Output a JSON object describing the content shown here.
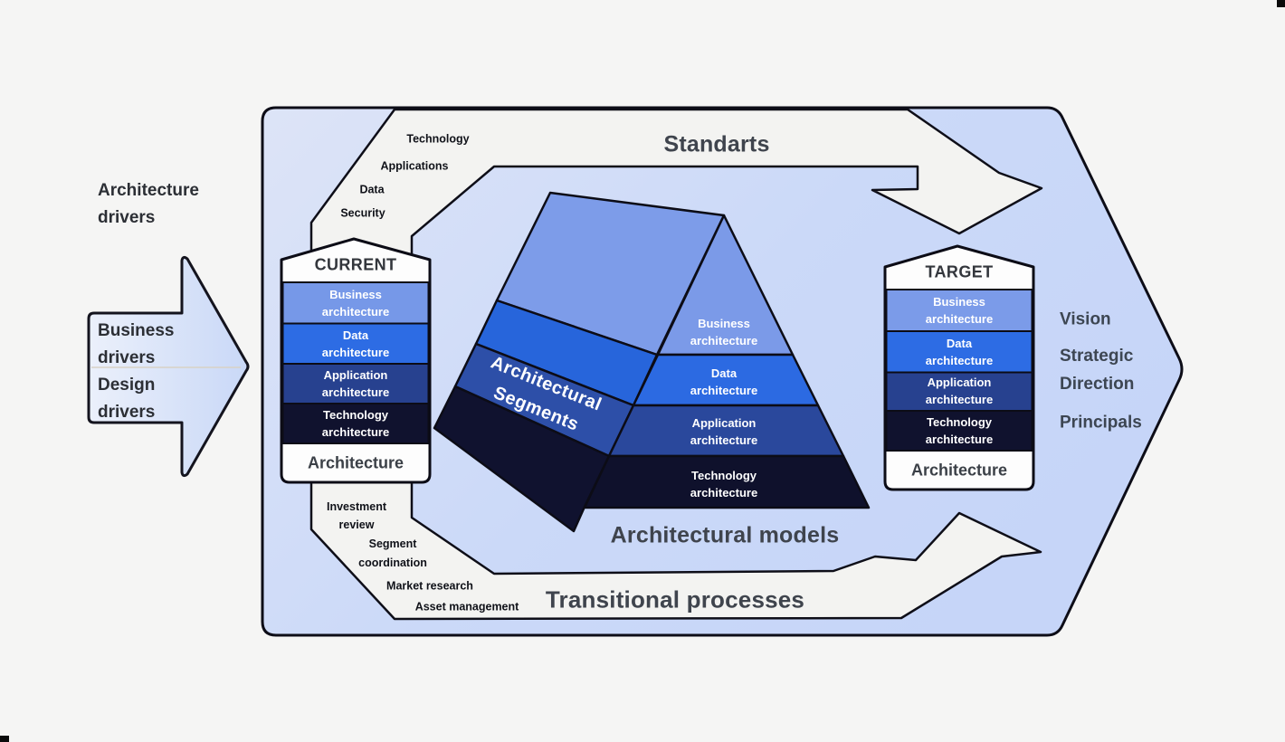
{
  "palette": {
    "page_bg": "#f5f5f4",
    "container_fill_light": "#dce3f7",
    "container_fill_deep": "#c7d6f8",
    "outline": "#0d0d17",
    "band_fill": "#f3f3f1",
    "arrow_fill_light": "#eaeffb",
    "arrow_fill_deep": "#cbd9f7",
    "title_text": "#3f444d",
    "white_text": "#ffffff"
  },
  "left_panel": {
    "architecture_drivers": {
      "line1": "Architecture",
      "line2": "drivers"
    },
    "arrow": {
      "business_drivers": {
        "line1": "Business",
        "line2": "drivers"
      },
      "design_drivers": {
        "line1": "Design",
        "line2": "drivers"
      }
    }
  },
  "top_band": {
    "title": "Standarts",
    "labels": [
      "Technology",
      "Applications",
      "Data",
      "Security"
    ]
  },
  "bottom_band": {
    "title": "Transitional processes",
    "investment_review": {
      "line1": "Investment",
      "line2": "review"
    },
    "segment_coordination": {
      "line1": "Segment",
      "line2": "coordination"
    },
    "market_research": "Market research",
    "asset_management": "Asset management"
  },
  "columns": {
    "current": {
      "header": "CURRENT",
      "rows": [
        {
          "line1": "Business",
          "line2": "architecture",
          "color": "#7698e8"
        },
        {
          "line1": "Data",
          "line2": "architecture",
          "color": "#2d6ce4"
        },
        {
          "line1": "Application",
          "line2": "architecture",
          "color": "#27418f"
        },
        {
          "line1": "Technology",
          "line2": "architecture",
          "color": "#10122e"
        }
      ],
      "footer": "Architecture"
    },
    "target": {
      "header": "TARGET",
      "rows": [
        {
          "line1": "Business",
          "line2": "architecture",
          "color": "#7b9be9"
        },
        {
          "line1": "Data",
          "line2": "architecture",
          "color": "#2d6ce4"
        },
        {
          "line1": "Application",
          "line2": "architecture",
          "color": "#27418f"
        },
        {
          "line1": "Technology",
          "line2": "architecture",
          "color": "#10122e"
        }
      ],
      "footer": "Architecture"
    }
  },
  "pyramid": {
    "side_label": {
      "line1": "Architectural",
      "line2": "Segments"
    },
    "side_colors": [
      "#7d9ce9",
      "#2765db",
      "#2d4fa8",
      "#10122f"
    ],
    "front_rows": [
      {
        "line1": "Business",
        "line2": "architecture",
        "color": "#7b9ae8"
      },
      {
        "line1": "Data",
        "line2": "architecture",
        "color": "#2c6ae2"
      },
      {
        "line1": "Application",
        "line2": "architecture",
        "color": "#2a489c"
      },
      {
        "line1": "Technology",
        "line2": "architecture",
        "color": "#0f112c"
      }
    ],
    "caption": "Architectural models"
  },
  "right_panel": {
    "vision": "Vision",
    "strategic_direction": {
      "line1": "Strategic",
      "line2": "Direction"
    },
    "principals": "Principals"
  }
}
